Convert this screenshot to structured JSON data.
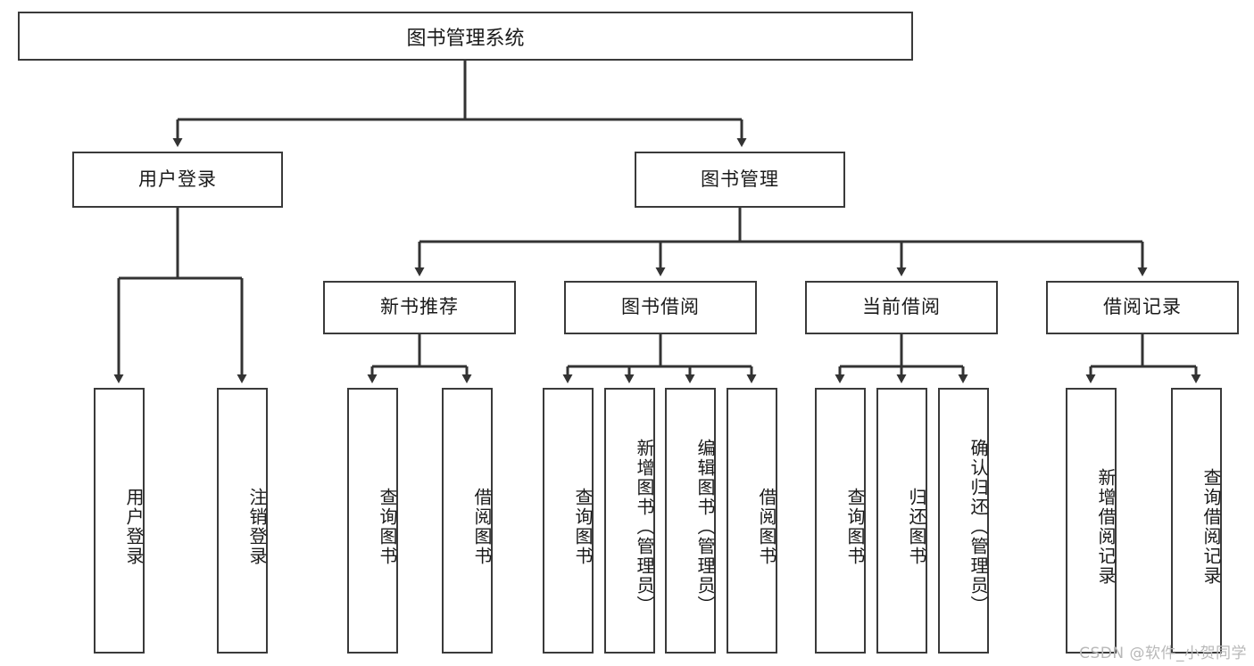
{
  "diagram": {
    "title_label": "图书管理系统",
    "type": "tree",
    "colors": {
      "box_border": "#3a3a3a",
      "box_fill": "#ffffff",
      "connector": "#333333",
      "text": "#1a1a1a",
      "watermark": "#b8b8b8"
    },
    "root": {
      "label": "图书管理系统"
    },
    "level2": [
      {
        "label": "用户登录"
      },
      {
        "label": "图书管理"
      }
    ],
    "level3": [
      {
        "label": "新书推荐"
      },
      {
        "label": "图书借阅"
      },
      {
        "label": "当前借阅"
      },
      {
        "label": "借阅记录"
      }
    ],
    "leaves": {
      "user_login": [
        {
          "label": "用户登录"
        },
        {
          "label": "注销登录"
        }
      ],
      "new_book_recommend": [
        {
          "label": "查询图书"
        },
        {
          "label": "借阅图书"
        }
      ],
      "book_borrow": [
        {
          "label": "查询图书"
        },
        {
          "label": "新增图书（管理员）"
        },
        {
          "label": "编辑图书（管理员）"
        },
        {
          "label": "借阅图书"
        }
      ],
      "current_borrow": [
        {
          "label": "查询图书"
        },
        {
          "label": "归还图书"
        },
        {
          "label": "确认归还（管理员）"
        }
      ],
      "borrow_record": [
        {
          "label": "新增借阅记录"
        },
        {
          "label": "查询借阅记录"
        }
      ]
    },
    "watermark": "CSDN @软件_小贺同学"
  }
}
